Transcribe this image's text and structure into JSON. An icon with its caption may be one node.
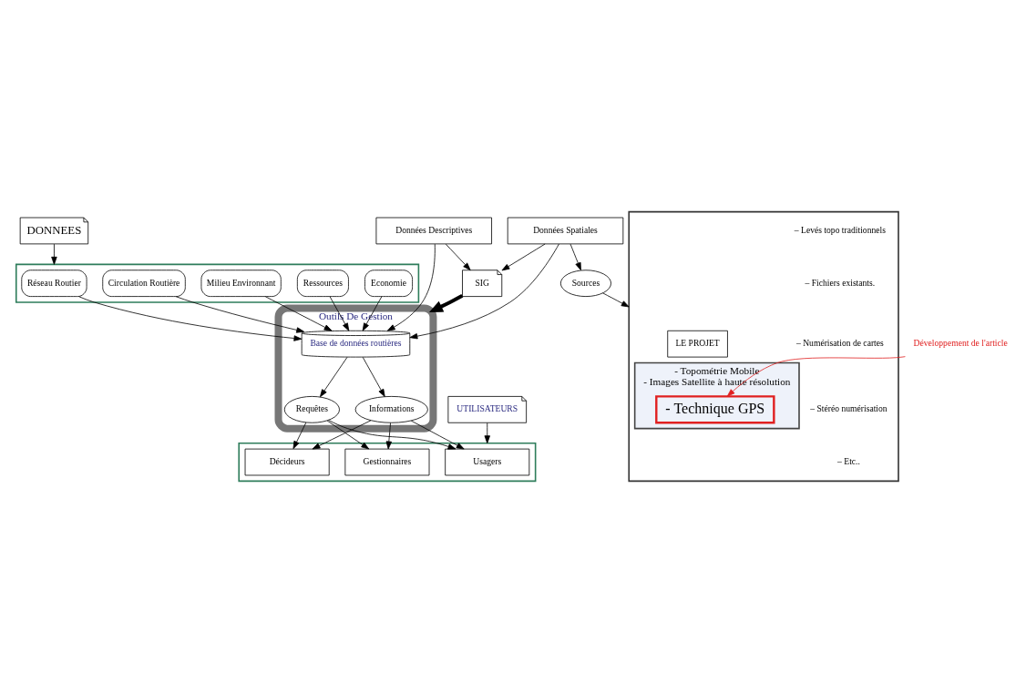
{
  "diagram": {
    "nodes": [
      {
        "text": [
          "DONNEES"
        ]
      },
      {
        "text": [],
        "shape": "box"
      },
      {
        "text": [
          "Réseau Routier"
        ],
        "in": 1
      },
      {
        "text": [
          "Circulation Routière"
        ],
        "in": 1
      },
      {
        "text": [
          "Milieu Environnant"
        ],
        "in": 1
      },
      {
        "text": [
          "Ressources"
        ],
        "in": 1
      },
      {
        "text": [
          "Economie"
        ],
        "in": 1
      },
      {
        "text": [
          "Outils De Gestion"
        ]
      },
      {
        "text": [
          "Base de données routières"
        ],
        "in": 7
      },
      {
        "text": [
          "Informations"
        ],
        "in": 7
      },
      {
        "text": [
          "Requêtes"
        ],
        "in": 7
      },
      {
        "text": [
          "Données Descriptives"
        ]
      },
      {
        "text": [
          "Données Spatiales"
        ]
      },
      {
        "text": [
          "SIG"
        ]
      },
      {
        "text": [
          "Sources"
        ]
      },
      {
        "text": [
          "UTILISATEURS"
        ]
      },
      {
        "text": [],
        "shape": "box"
      },
      {
        "text": [
          "Usagers"
        ],
        "in": 16
      },
      {
        "text": [
          "Gestionnaires"
        ],
        "in": 16
      },
      {
        "text": [
          "Décideurs"
        ],
        "in": 16
      },
      {
        "text": [],
        "shape": "box"
      },
      {
        "text": [
          "LE PROJET"
        ],
        "in": 20
      },
      {
        "text": [
          "- Topométrie Mobile",
          "- Images Satellite à haute résolution"
        ],
        "in": 20
      },
      {
        "text": [
          "- Technique GPS"
        ],
        "in": 22
      },
      {
        "text": [
          "Développement de l'article"
        ]
      }
    ],
    "edges": [
      {
        "from": 0,
        "to": 1,
        "arrow": "to"
      },
      {
        "from": 2,
        "to": 8,
        "arrow": "to"
      },
      {
        "from": 3,
        "to": 8,
        "arrow": "to"
      },
      {
        "from": 4,
        "to": 8,
        "arrow": "to"
      },
      {
        "from": 5,
        "to": 8,
        "arrow": "to"
      },
      {
        "from": 6,
        "to": 8,
        "arrow": "to"
      },
      {
        "from": 11,
        "to": 8,
        "arrow": "to"
      },
      {
        "from": 12,
        "to": 8,
        "arrow": "to"
      },
      {
        "from": 11,
        "to": 13,
        "arrow": "to"
      },
      {
        "from": 12,
        "to": 13,
        "arrow": "to"
      },
      {
        "from": 13,
        "to": 7,
        "arrow": "to",
        "style": "thick"
      },
      {
        "from": 8,
        "to": 9,
        "arrow": "to"
      },
      {
        "from": 8,
        "to": 10,
        "arrow": "to"
      },
      {
        "from": 9,
        "to": 17,
        "arrow": "to"
      },
      {
        "from": 9,
        "to": 18,
        "arrow": "to"
      },
      {
        "from": 9,
        "to": 19,
        "arrow": "to"
      },
      {
        "from": 10,
        "to": 17,
        "arrow": "to"
      },
      {
        "from": 10,
        "to": 18,
        "arrow": "to"
      },
      {
        "from": 10,
        "to": 19,
        "arrow": "to"
      },
      {
        "from": 15,
        "to": 16,
        "arrow": "to"
      },
      {
        "from": 12,
        "to": 14,
        "arrow": "to"
      },
      {
        "from": 14,
        "to": 20,
        "arrow": "to"
      },
      {
        "from": 24,
        "to": 23,
        "arrow": "to",
        "color": "#e02020"
      }
    ],
    "labels": [
      "– Levés topo traditionnels",
      "– Fichiers existants.",
      "– Numérisation de cartes",
      "– Stéréo numérisation",
      "– Etc.."
    ]
  }
}
